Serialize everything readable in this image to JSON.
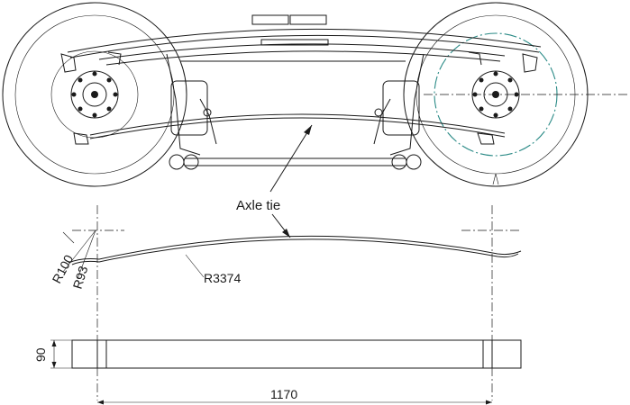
{
  "labels": {
    "axle_tie": "Axle tie",
    "r100": "R100",
    "r93": "R93",
    "r3374": "R3374",
    "dim_90": "90",
    "dim_1170": "1170"
  },
  "colors": {
    "line": "#1a1a1a",
    "centerline": "#2a8a86",
    "background": "#ffffff"
  }
}
